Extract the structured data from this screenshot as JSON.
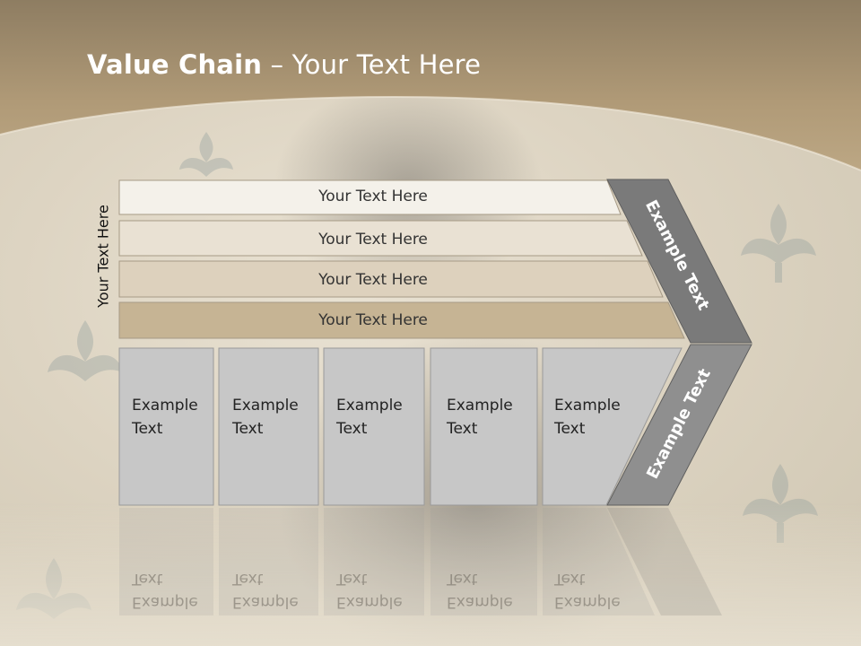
{
  "title": {
    "bold": "Value Chain",
    "rest": " – Your Text Here"
  },
  "vertical_label": "Your Text Here",
  "rows": [
    {
      "label": "Your Text Here"
    },
    {
      "label": "Your Text Here"
    },
    {
      "label": "Your Text Here"
    },
    {
      "label": "Your Text Here"
    }
  ],
  "boxes": [
    {
      "label": "Example\nText"
    },
    {
      "label": "Example\nText"
    },
    {
      "label": "Example\nText"
    },
    {
      "label": "Example\nText"
    },
    {
      "label": "Example\nText"
    }
  ],
  "arrow": {
    "upper_label": "Example Text",
    "lower_label": "Example Text"
  },
  "colors": {
    "header_band": "#b59f7c",
    "row1": "#f4f1ea",
    "row2": "#e9e1d3",
    "row3": "#ddd1bd",
    "row4": "#c6b494",
    "box": "#c7c7c7",
    "arrow_dark": "#7a7a7a",
    "arrow_light": "#8f8f8f"
  }
}
